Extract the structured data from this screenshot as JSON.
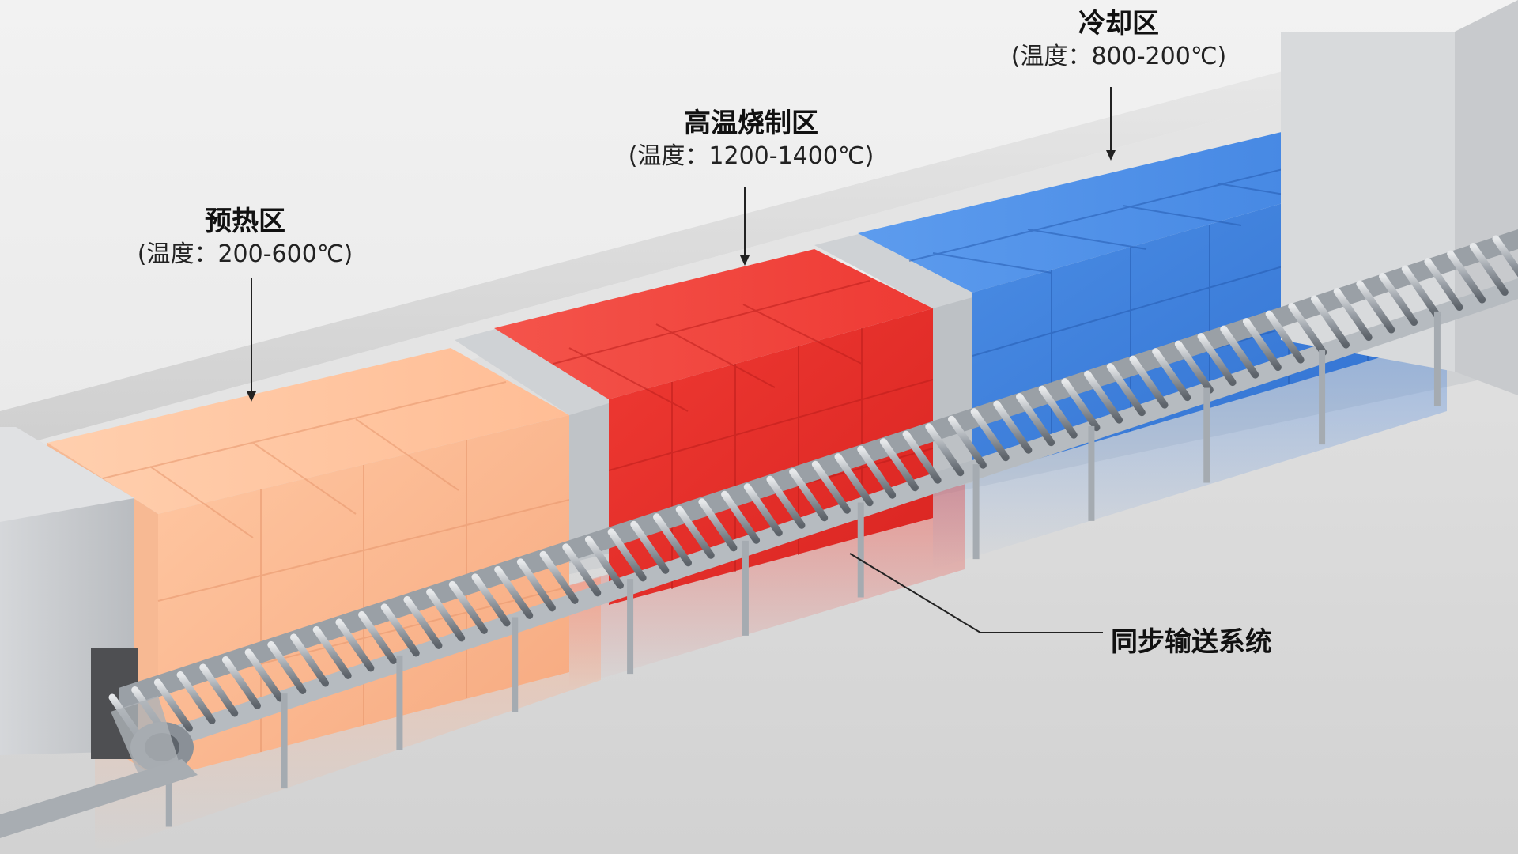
{
  "zones": {
    "preheat": {
      "name": "预热区",
      "temp": "(温度：200-600℃)",
      "color": "#f8b38a"
    },
    "sinter": {
      "name": "高温烧制区",
      "temp": "(温度：1200-1400℃)",
      "color": "#e8322e"
    },
    "cool": {
      "name": "冷却区",
      "temp": "(温度：800-200℃)",
      "color": "#3f7fd8"
    }
  },
  "conveyor": {
    "label": "同步输送系统"
  },
  "colors": {
    "steel": "#b9bcc0",
    "frame": "#d9d9d9",
    "roller": "#8f959c"
  }
}
